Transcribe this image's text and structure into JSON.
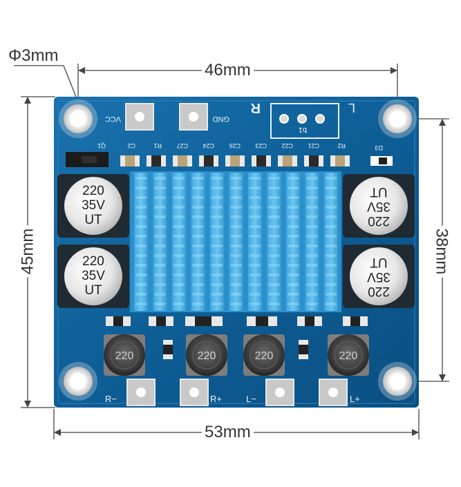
{
  "dimensions": {
    "hole_diameter": "Φ3mm",
    "top_width": "46mm",
    "bottom_width": "53mm",
    "left_height": "45mm",
    "right_height": "38mm"
  },
  "board_labels": {
    "vcc": "VCC",
    "gnd": "GND",
    "r_channel": "R",
    "l_channel": "L",
    "pot": "b1",
    "q1": "Q1",
    "d3": "D3",
    "out_r_minus": "R−",
    "out_r_plus": "R+",
    "out_l_minus": "L−",
    "out_l_plus": "L+"
  },
  "component_refs": [
    "C2",
    "R1",
    "C27",
    "C24",
    "C26",
    "C23",
    "C22",
    "C21",
    "R2"
  ],
  "capacitors": {
    "value": "220",
    "voltage": "35V",
    "series": "UT"
  },
  "inductor_value": "220",
  "colors": {
    "pcb": "#0e5e96",
    "heatsink": "#4fb2e6",
    "pad": "#c9c9c9"
  }
}
